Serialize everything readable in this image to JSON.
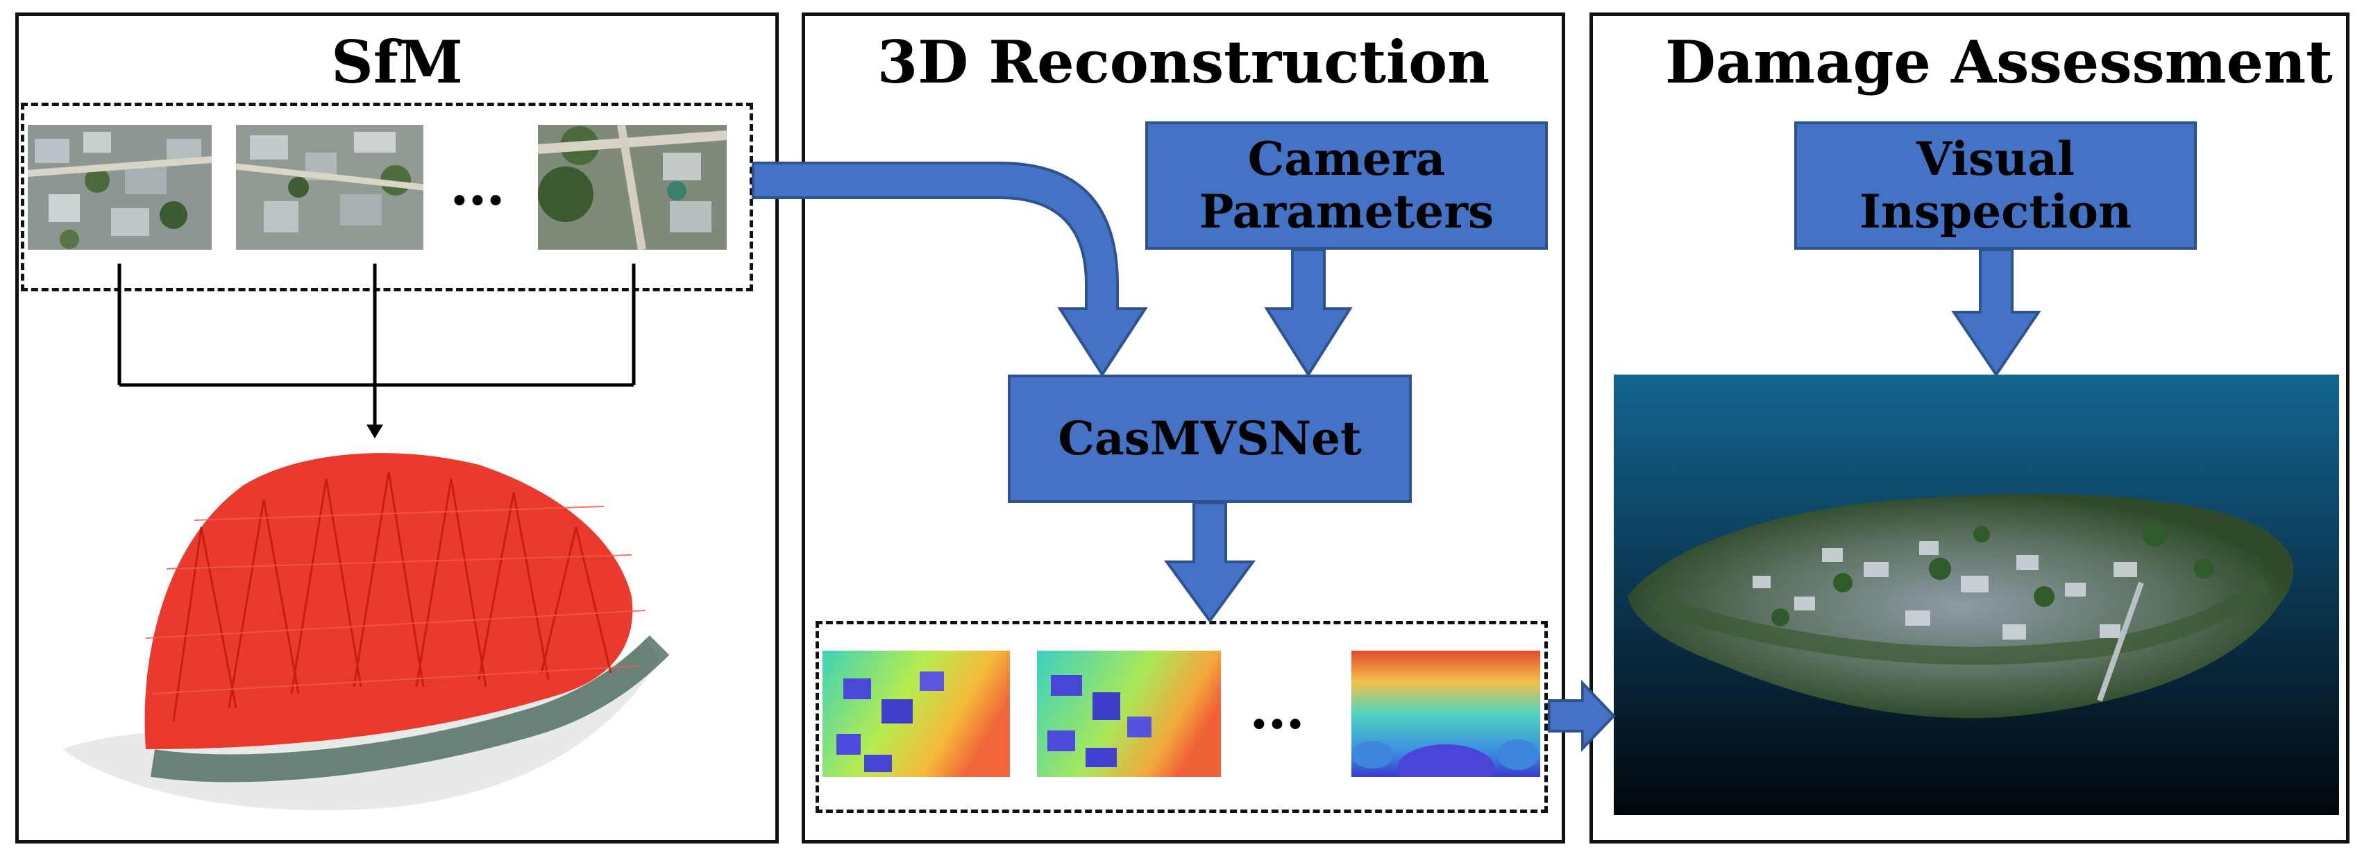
{
  "panels": {
    "sfm": {
      "title": "SfM"
    },
    "reconstruction": {
      "title": "3D Reconstruction"
    },
    "damage": {
      "title": "Damage Assessment"
    }
  },
  "boxes": {
    "camera_parameters": [
      "Camera",
      "Parameters"
    ],
    "casmvsnet": "CasMVSNet",
    "visual_inspection": [
      "Visual",
      "Inspection"
    ]
  },
  "ellipsis": "…",
  "colors": {
    "box_fill": "#4472C4",
    "box_border": "#2F528F",
    "camera_frustum": "#E8291C"
  }
}
